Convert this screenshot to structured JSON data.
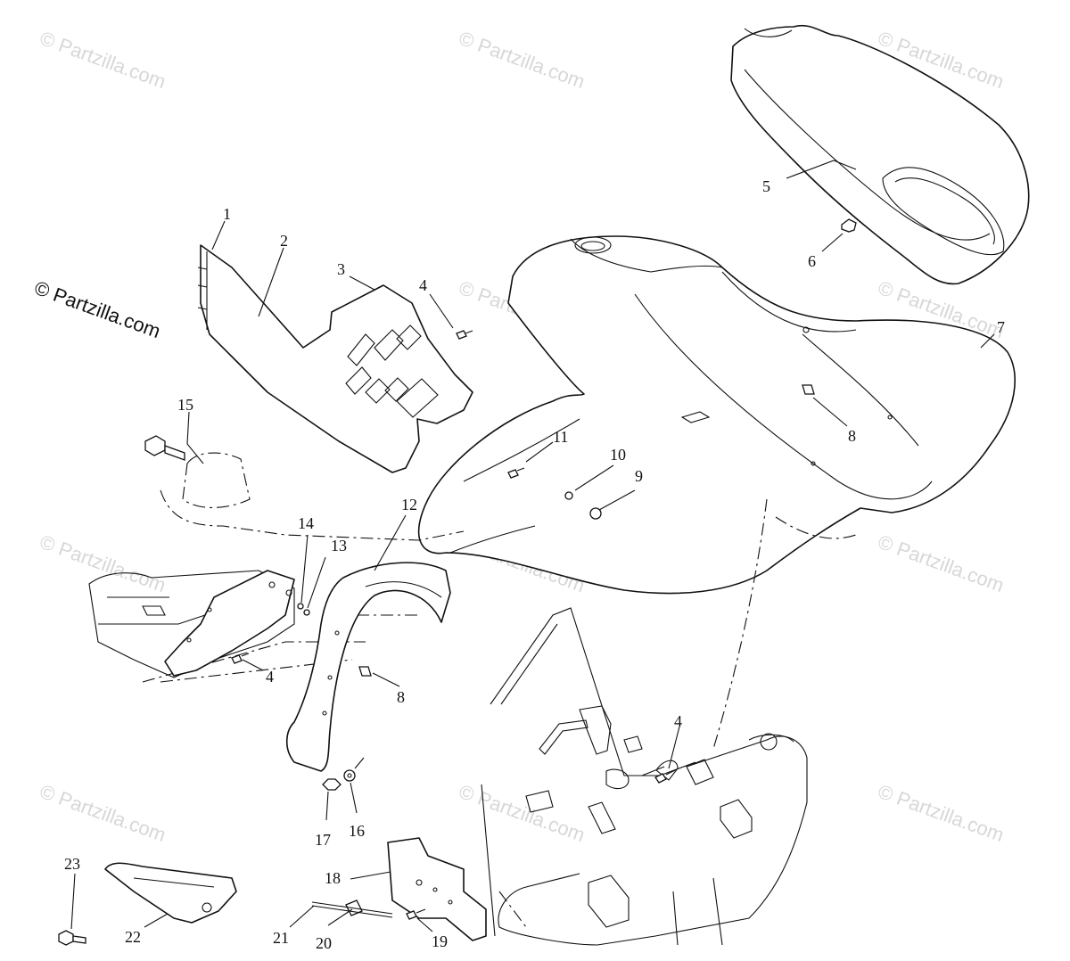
{
  "watermark": {
    "text": "© Partzilla.com",
    "copyright": "© Partzilla.com"
  },
  "callouts": [
    {
      "id": "1",
      "label": "1"
    },
    {
      "id": "2",
      "label": "2"
    },
    {
      "id": "3",
      "label": "3"
    },
    {
      "id": "4a",
      "label": "4"
    },
    {
      "id": "5",
      "label": "5"
    },
    {
      "id": "6",
      "label": "6"
    },
    {
      "id": "7",
      "label": "7"
    },
    {
      "id": "8a",
      "label": "8"
    },
    {
      "id": "9",
      "label": "9"
    },
    {
      "id": "10",
      "label": "10"
    },
    {
      "id": "11",
      "label": "11"
    },
    {
      "id": "12",
      "label": "12"
    },
    {
      "id": "13",
      "label": "13"
    },
    {
      "id": "14",
      "label": "14"
    },
    {
      "id": "15",
      "label": "15"
    },
    {
      "id": "4b",
      "label": "4"
    },
    {
      "id": "8b",
      "label": "8"
    },
    {
      "id": "4c",
      "label": "4"
    },
    {
      "id": "16",
      "label": "16"
    },
    {
      "id": "17",
      "label": "17"
    },
    {
      "id": "18",
      "label": "18"
    },
    {
      "id": "19",
      "label": "19"
    },
    {
      "id": "20",
      "label": "20"
    },
    {
      "id": "21",
      "label": "21"
    },
    {
      "id": "22",
      "label": "22"
    },
    {
      "id": "23",
      "label": "23"
    }
  ]
}
